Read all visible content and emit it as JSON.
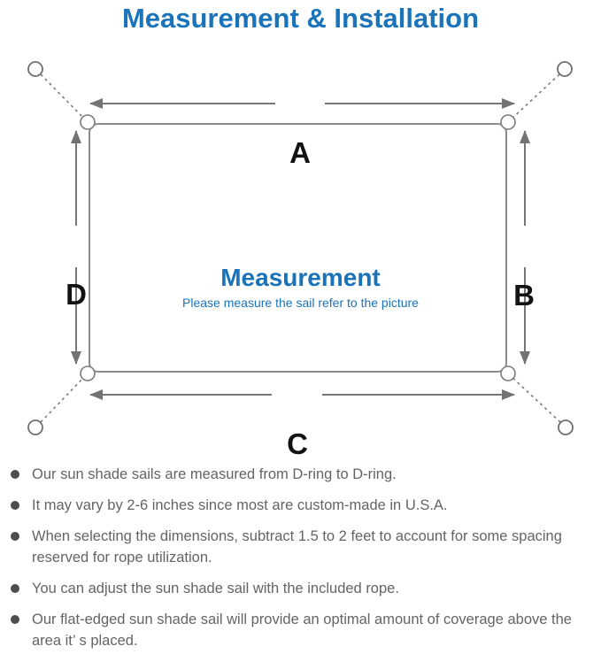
{
  "page": {
    "title": "Measurement & Installation",
    "colors": {
      "accent_blue": "#1b74ba",
      "line_gray": "#777777",
      "label_black": "#121212",
      "note_gray": "#646464",
      "background": "#ffffff"
    }
  },
  "diagram": {
    "edge_labels": {
      "top": "A",
      "right": "B",
      "bottom": "C",
      "left": "D"
    },
    "center": {
      "heading": "Measurement",
      "subheading": "Please measure the sail refer to the picture"
    }
  },
  "notes": {
    "items": [
      {
        "text": "Our sun shade sails are measured from D-ring to D-ring."
      },
      {
        "text": "It may vary by 2-6 inches since most are custom-made in U.S.A."
      },
      {
        "text": "When selecting the dimensions, subtract 1.5 to 2 feet to account for some spacing reserved for rope utilization."
      },
      {
        "text": "You can adjust the sun shade sail with the included rope."
      },
      {
        "text": "Our flat-edged sun shade sail will provide an optimal amount of coverage above the area it’ s placed."
      }
    ]
  }
}
